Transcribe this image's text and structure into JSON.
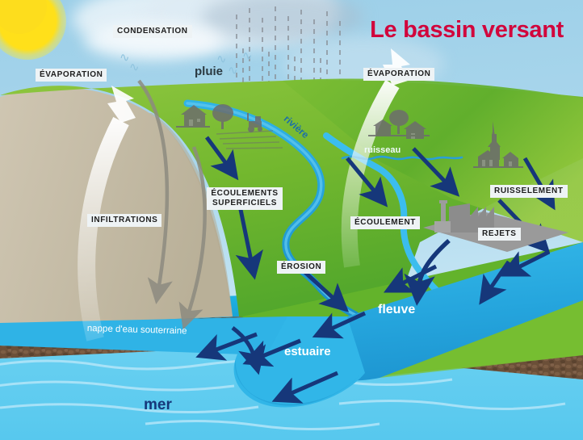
{
  "title": "Le bassin versant",
  "colors": {
    "title": "#d1053c",
    "sky_top": "#9ccfe8",
    "sky_bottom": "#d8edf7",
    "sun": "#fddd1d",
    "grass_light": "#8cc63f",
    "grass_mid": "#6cb42c",
    "grass_dark": "#3f9c35",
    "hill_sand": "#c6bda9",
    "river_blue": "#29abe2",
    "river_dark": "#1c86c6",
    "arrow_navy": "#16377a",
    "sea_blue": "#62cdf0",
    "soil_brown": "#6b4f38",
    "label_bg": "#eef3f5",
    "label_text": "#1d1d1d",
    "grey_urban": "#9a9a9a",
    "silhouette": "#6d6d6d"
  },
  "labels": {
    "condensation": "CONDENSATION",
    "evaporation_left": "ÉVAPORATION",
    "evaporation_right": "ÉVAPORATION",
    "infiltrations": "INFILTRATIONS",
    "ecoulements_superficiels_line1": "ÉCOULEMENTS",
    "ecoulements_superficiels_line2": "SUPERFICIELS",
    "erosion": "ÉROSION",
    "ecoulement": "ÉCOULEMENT",
    "ruissellement": "RUISSELEMENT",
    "rejets": "REJETS"
  },
  "water_labels": {
    "pluie": "pluie",
    "riviere": "rivière",
    "ruisseau": "ruisseau",
    "fleuve": "fleuve",
    "estuaire": "estuaire",
    "mer": "mer",
    "nappe": "nappe d'eau souterraine"
  },
  "scenery": {
    "farm_house": "house-icon",
    "farm_tree": "tree-icon",
    "tractor": "tractor-icon",
    "village_houses": "village-houses-icon",
    "village_tree": "tree-icon",
    "church": "church-icon",
    "factory": "factory-icon",
    "sun": "sun-icon",
    "cloud": "cloud-icon",
    "rain": "rain-icon"
  },
  "diagram": {
    "kind": "water-cycle / watershed cross-section",
    "language": "fr"
  }
}
